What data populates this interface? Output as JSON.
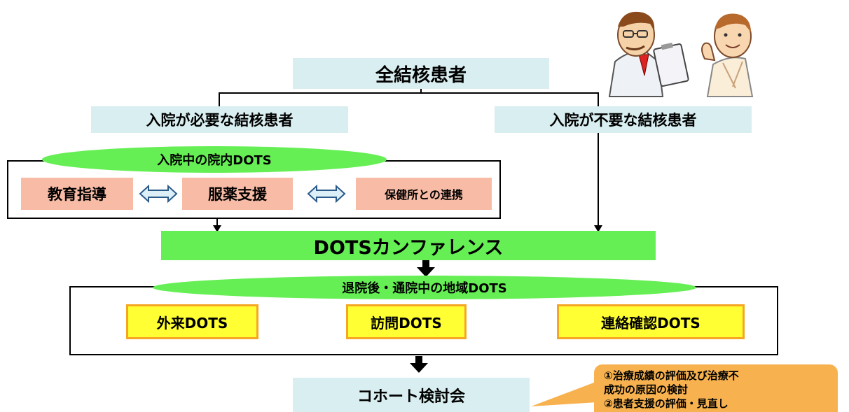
{
  "top_node": "全結核患者",
  "left_branch": "入院が必要な結核患者",
  "right_branch": "入院が不要な結核患者",
  "inpatient_group": {
    "title": "入院中の院内DOTS",
    "items": [
      "教育指導",
      "服薬支援",
      "保健所との連携"
    ]
  },
  "conference": "DOTSカンファレンス",
  "community_group": {
    "title": "退院後・通院中の地域DOTS",
    "items": [
      "外来DOTS",
      "訪問DOTS",
      "連絡確認DOTS"
    ]
  },
  "cohort": "コホート検討会",
  "callout": {
    "line1": "①治療成績の評価及び治療不",
    "line2": "成功の原因の検討",
    "line3": "②患者支援の評価・見直し"
  },
  "colors": {
    "teal": "#d9eef0",
    "salmon": "#f8bca6",
    "green": "#66ef55",
    "yellow": "#ffff33",
    "orange_border": "#f5a623",
    "callout": "#f7b24f"
  }
}
